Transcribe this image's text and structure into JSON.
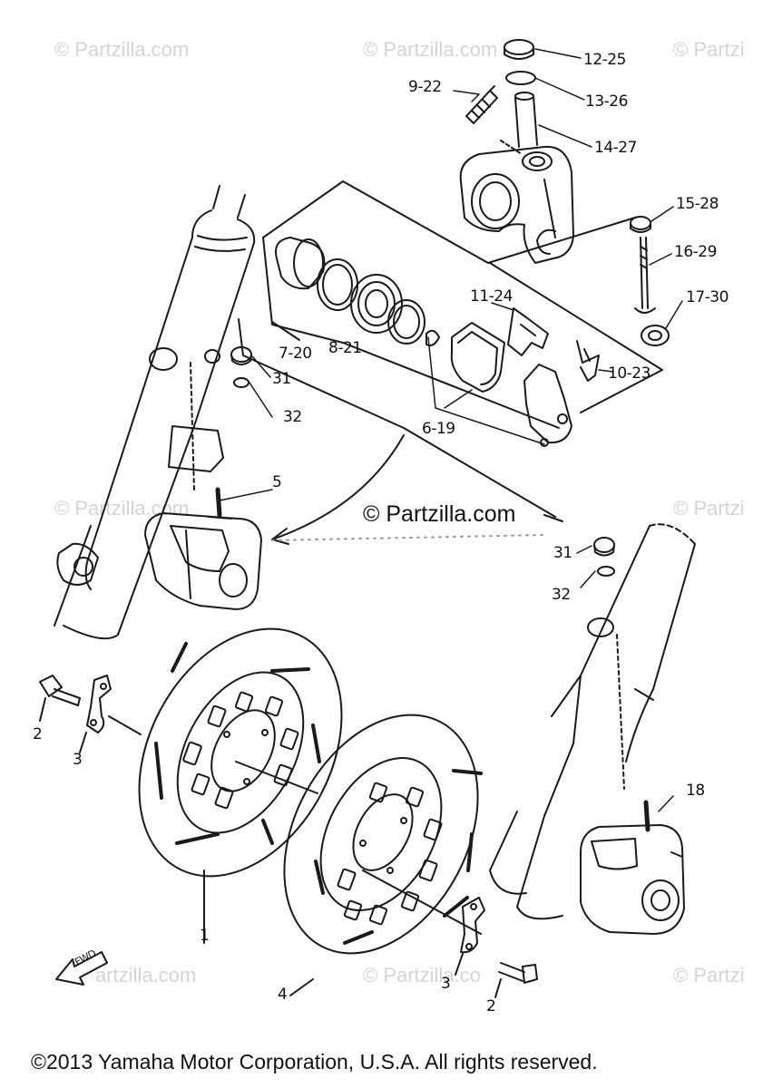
{
  "watermark": "© Partzilla.com",
  "watermark_partial": "© Partzi",
  "watermark_bottom": "artzilla.com",
  "watermark_bottom_mid": "© Partzilla.co",
  "center_watermark": "© Partzilla.com",
  "footer": "©2013  Yamaha Motor Corporation, U.S.A. All rights reserved.",
  "front_arrow_label": "FWD",
  "callouts": {
    "c12_25": "12-25",
    "c13_26": "13-26",
    "c14_27": "14-27",
    "c9_22": "9-22",
    "c15_28": "15-28",
    "c16_29": "16-29",
    "c17_30": "17-30",
    "c11_24": "11-24",
    "c10_23": "10-23",
    "c7_20": "7-20",
    "c8_21": "8-21",
    "c6_19": "6-19",
    "c31a": "31",
    "c32a": "32",
    "c5": "5",
    "c31b": "31",
    "c32b": "32",
    "c2a": "2",
    "c3a": "3",
    "c1": "1",
    "c18": "18",
    "c4": "4",
    "c3b": "3",
    "c2b": "2"
  },
  "colors": {
    "line": "#1a1a1a",
    "watermark": "#d4d4d4"
  }
}
